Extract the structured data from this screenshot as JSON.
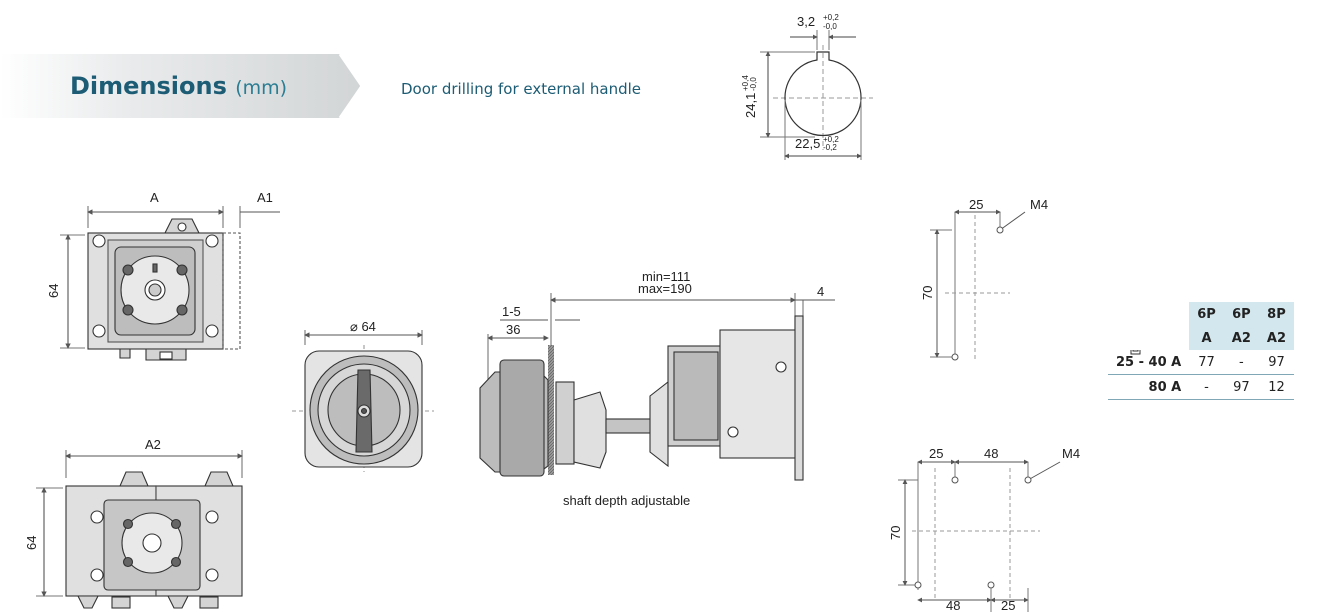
{
  "header": {
    "title": "Dimensions",
    "unit": "(mm)",
    "subtitle": "Door drilling for external handle"
  },
  "drilling": {
    "width_tol": "3,2",
    "width_tol_sup": "+0,2",
    "width_tol_sub": "-0,0",
    "height": "24,1",
    "height_sup": "+0,4",
    "height_sub": "-0,0",
    "diameter": "22,5",
    "diameter_sup": "+0,2",
    "diameter_sub": "-0,2"
  },
  "top_view": {
    "a": "A",
    "a1": "A1",
    "height": "64"
  },
  "bottom_view": {
    "a2": "A2",
    "height": "64"
  },
  "handle": {
    "diameter": "⌀ 64"
  },
  "side_view": {
    "min": "min=111",
    "max": "max=190",
    "range": "1-5",
    "depth": "36",
    "end": "4",
    "caption": "shaft depth adjustable"
  },
  "mount_single": {
    "x": "25",
    "thread": "M4",
    "y": "70"
  },
  "mount_double": {
    "x1": "25",
    "x2": "48",
    "thread": "M4",
    "y": "70",
    "bx1": "48",
    "bx2": "25"
  },
  "table": {
    "headers_row1": [
      "6P",
      "6P",
      "8P"
    ],
    "headers_row2": [
      "A",
      "A2",
      "A2"
    ],
    "rows": [
      {
        "label": "25 - 40 A",
        "cells": [
          "77",
          "-",
          "97"
        ]
      },
      {
        "label": "80 A",
        "cells": [
          "-",
          "97",
          "12"
        ]
      }
    ]
  },
  "colors": {
    "title": "#1c5c74",
    "table_header": "#d3e8ee",
    "banner": "#d8dbdc"
  }
}
